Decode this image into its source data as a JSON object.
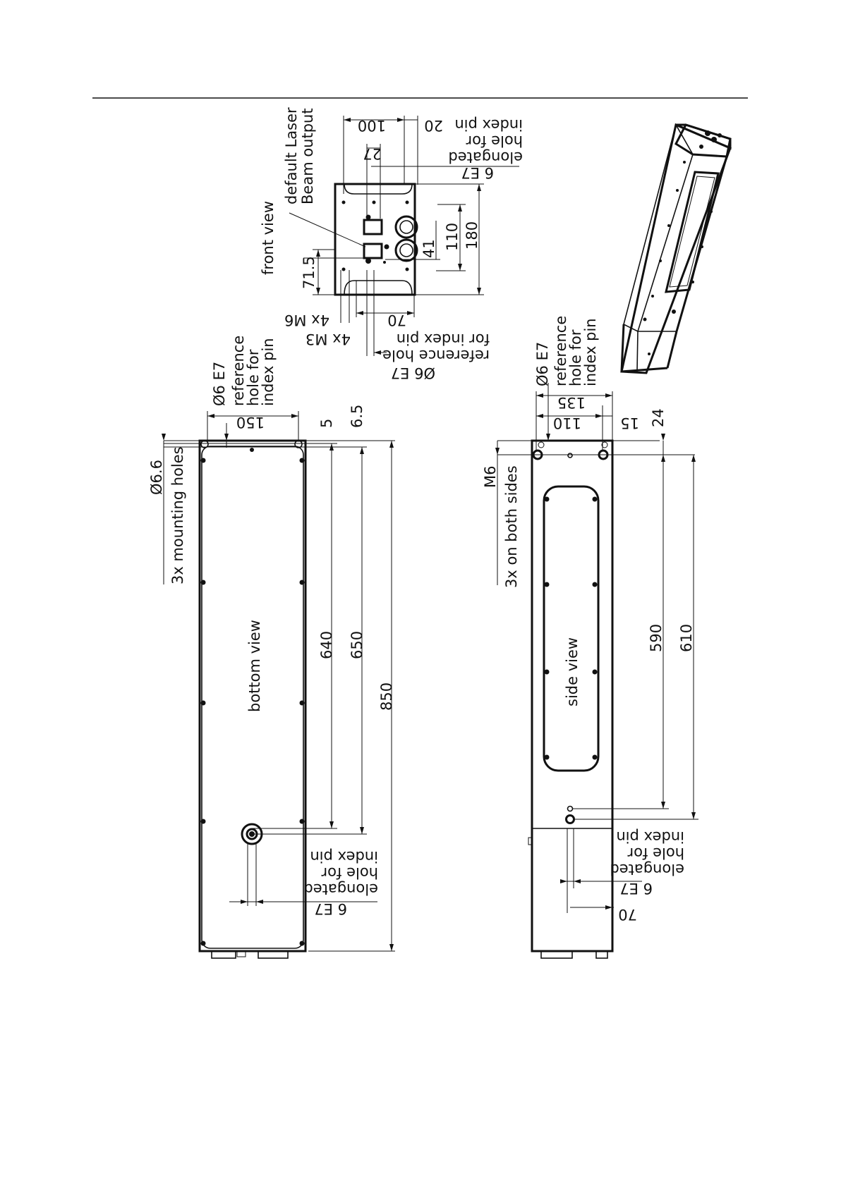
{
  "drawing": {
    "views": {
      "front": "front view",
      "bottom": "bottom view",
      "side": "side view"
    },
    "front_view": {
      "laser_output": [
        "default Laser",
        "Beam output"
      ],
      "dims": {
        "d100": "100",
        "d27": "27",
        "d20": "20",
        "d6e7_top": "6 E7",
        "d180": "180",
        "d110": "110",
        "d41": "41",
        "d71_5": "71.5",
        "d70": "70",
        "m6": "4x M6",
        "m3": "4x M3",
        "phi6e7": "Ø6 E7"
      },
      "elongated_note": [
        "elongated",
        "hole for",
        "index pin"
      ],
      "reference_note": [
        "reference hole",
        "for index pin"
      ]
    },
    "bottom_view": {
      "phi6e7": "Ø6 E7",
      "reference_note": [
        "reference",
        "hole for",
        "index pin"
      ],
      "mounting": [
        "Ø6.6",
        "3x mounting holes"
      ],
      "dims": {
        "d150": "150",
        "d5": "5",
        "d6_5": "6.5",
        "d640": "640",
        "d650": "650",
        "d850": "850",
        "d6e7": "6 E7"
      },
      "elongated_note": [
        "index pin",
        "hole for",
        "elongated"
      ]
    },
    "side_view": {
      "phi6e7": "Ø6 E7",
      "reference_note": [
        "reference",
        "hole for",
        "index pin"
      ],
      "m6_note": [
        "M6",
        "3x on both sides"
      ],
      "dims": {
        "d135": "135",
        "d110": "110",
        "d15": "15",
        "d24": "24",
        "d590": "590",
        "d610": "610",
        "d6e7": "6 E7",
        "d70": "70"
      },
      "elongated_note": [
        "index pin",
        "hole for",
        "elongated"
      ]
    }
  }
}
